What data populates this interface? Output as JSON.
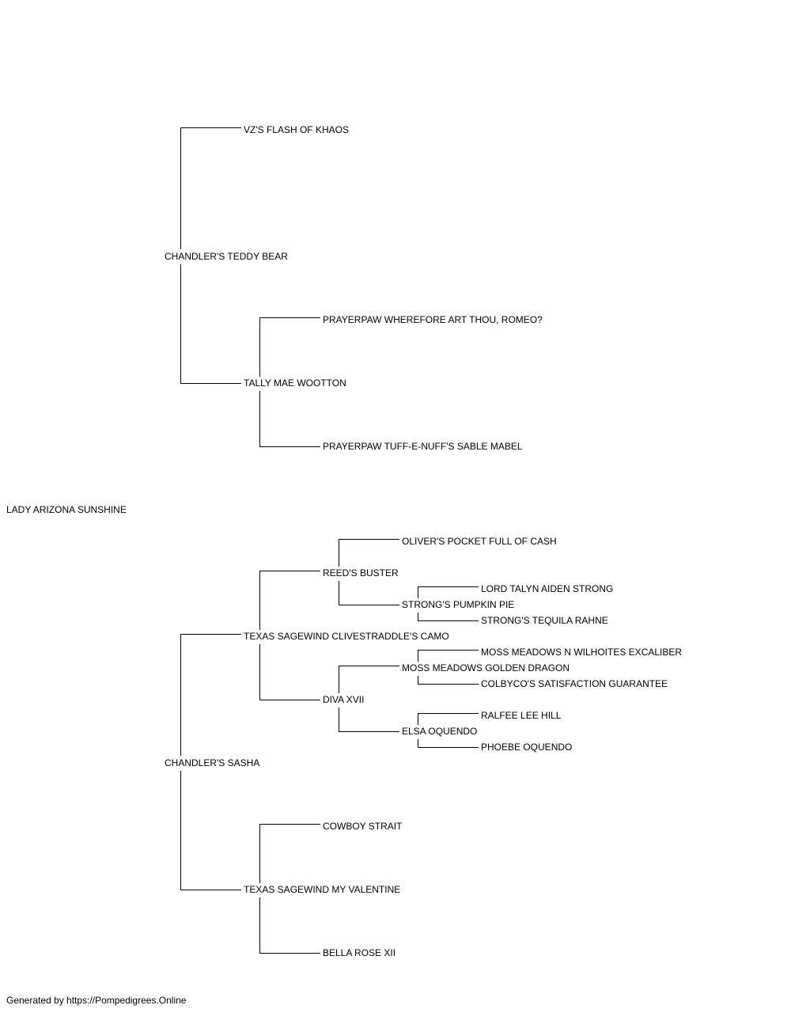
{
  "colors": {
    "text": "#000000",
    "line": "#000000",
    "background": "#ffffff"
  },
  "pedigree": {
    "subject": "LADY ARIZONA SUNSHINE",
    "sire": {
      "name": "CHANDLER'S TEDDY BEAR",
      "sire": {
        "name": "VZ'S FLASH OF KHAOS"
      },
      "dam": {
        "name": "TALLY MAE WOOTTON",
        "sire": {
          "name": "PRAYERPAW WHEREFORE ART THOU, ROMEO?"
        },
        "dam": {
          "name": "PRAYERPAW TUFF-E-NUFF'S SABLE MABEL"
        }
      }
    },
    "dam": {
      "name": "CHANDLER'S SASHA",
      "sire": {
        "name": "TEXAS SAGEWIND CLIVESTRADDLE'S CAMO",
        "sire": {
          "name": "REED'S BUSTER",
          "sire": {
            "name": "OLIVER'S POCKET FULL OF CASH"
          },
          "dam": {
            "name": "STRONG'S PUMPKIN PIE",
            "sire": {
              "name": "LORD TALYN AIDEN STRONG"
            },
            "dam": {
              "name": "STRONG'S TEQUILA RAHNE"
            }
          }
        },
        "dam": {
          "name": "DIVA XVII",
          "sire": {
            "name": "MOSS MEADOWS GOLDEN DRAGON",
            "sire": {
              "name": "MOSS MEADOWS N WILHOITES EXCALIBER"
            },
            "dam": {
              "name": "COLBYCO'S SATISFACTION GUARANTEE"
            }
          },
          "dam": {
            "name": "ELSA OQUENDO",
            "sire": {
              "name": "RALFEE LEE HILL"
            },
            "dam": {
              "name": "PHOEBE OQUENDO"
            }
          }
        }
      },
      "dam": {
        "name": "TEXAS SAGEWIND MY VALENTINE",
        "sire": {
          "name": "COWBOY STRAIT"
        },
        "dam": {
          "name": "BELLA ROSE XII"
        }
      }
    }
  },
  "footer": {
    "text": "Generated by https://Pompedigrees.Online"
  }
}
